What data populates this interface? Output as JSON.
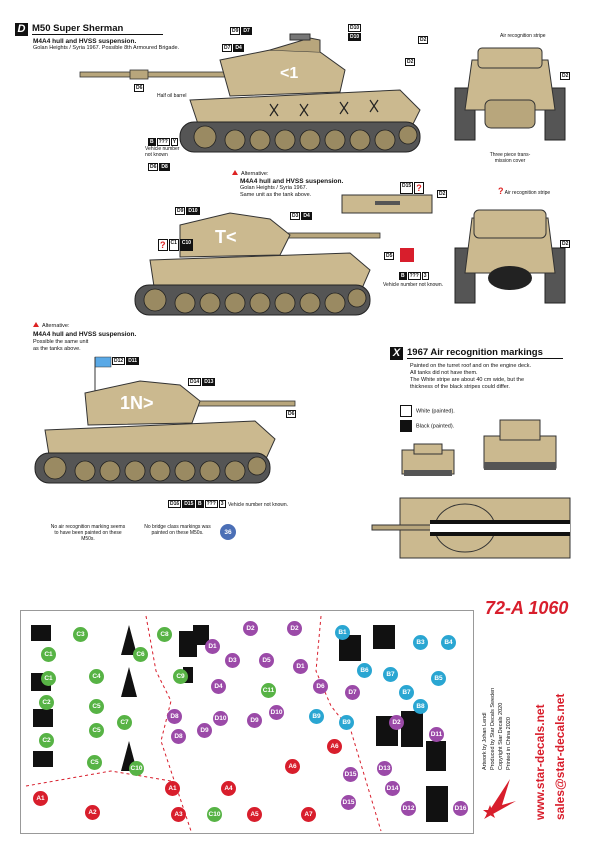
{
  "section_d": {
    "letter": "D",
    "title": "M50 Super Sherman",
    "subtitle": "M4A4 hull and HVSS suspension.",
    "desc": "Golan Heights / Syria 1967. Possible 8th Armoured Brigade.",
    "half_oil_barrel": "Half oil barrel",
    "air_stripe": "Air recognition stripe",
    "vehicle_number": "Vehicle number not known",
    "three_piece": "Three piece trans- mission cover",
    "codes": {
      "d9": "D9",
      "d7a": "D7",
      "d7b": "D7",
      "d4": "D4",
      "d10a": "D10",
      "d10b": "D10",
      "d2a": "D2",
      "d2b": "D2",
      "d6": "D6",
      "d2c": "D2",
      "d8": "D8",
      "d6b": "D6",
      "bqq": "B",
      "qqq": "???",
      "y": "Y"
    }
  },
  "alt1": {
    "label": "Alternative:",
    "subtitle": "M4A4 hull and HVSS suspension.",
    "desc1": "Golan Heights / Syria 1967.",
    "desc2": "Same unit as the tank above.",
    "air_stripe": "Air recognition stripe",
    "vehicle_number": "Vehicle number not known.",
    "codes": {
      "d9": "D9",
      "d10": "D10",
      "d3": "D3",
      "d4": "D4",
      "c1": "C1",
      "c10": "C10",
      "d15": "D15",
      "d2": "D2",
      "d5": "D5",
      "d2b": "D2",
      "bqq": "B",
      "qqq": "???",
      "t": "3"
    }
  },
  "alt2": {
    "label": "Alternative:",
    "subtitle": "M4A4 hull and HVSS suspension.",
    "desc1": "Possible the same unit",
    "desc2": "as the tanks above.",
    "vehicle_number": "Vehicle number not known.",
    "codes": {
      "d12": "D12",
      "d11": "D11",
      "d14": "D14",
      "d13": "D13",
      "d6": "D6",
      "d16": "D16",
      "d15": "D15",
      "bqq": "B",
      "qqq": "???",
      "t": "3"
    }
  },
  "section_x": {
    "letter": "X",
    "title": "1967 Air recognition markings",
    "p1": "Painted on the turret roof and on the engine deck.",
    "p2": "All tanks did not have them.",
    "p3": "The White stripe are about 40 cm wide, but the",
    "p4": "thickness of the black stripes could differ.",
    "white": "White (painted).",
    "black": "Black (painted)."
  },
  "notes": {
    "n1": "No air recognition marking seems to have been painted on these M50s.",
    "n2": "No bridge class markings was painted on these M50s.",
    "badge": "36"
  },
  "product": {
    "code": "72-A 1060",
    "credits1": "Artwork by Johan Lendl",
    "credits2": "Produced by Star Decals Sweden",
    "credits3": "Copyright Star Decals 2020",
    "credits4": "Printed in China 2020",
    "url": "www.star-decals.net",
    "email": "sales@star-decals.net"
  },
  "decals": {
    "c": [
      "C1",
      "C3",
      "C8",
      "C6",
      "C1",
      "C4",
      "C9",
      "C2",
      "C5",
      "C11",
      "C2",
      "C5",
      "C7",
      "C5",
      "C10",
      "C10"
    ],
    "d": [
      "D2",
      "D2",
      "D1",
      "D3",
      "D5",
      "D1",
      "D6",
      "D4",
      "D7",
      "D8",
      "D10",
      "D9",
      "D10",
      "D8",
      "D9",
      "D2",
      "D15",
      "D13",
      "D15",
      "D14",
      "D12",
      "D11",
      "D16"
    ],
    "b": [
      "B1",
      "B3",
      "B4",
      "B6",
      "B7",
      "B5",
      "B7",
      "B8",
      "B9",
      "B9"
    ],
    "a": [
      "A1",
      "A2",
      "A1",
      "A3",
      "A4",
      "A5",
      "A6",
      "A6",
      "A7"
    ]
  },
  "colors": {
    "sand": "#cbb98f",
    "sand_dark": "#a8966c",
    "accent": "#d81e2c",
    "purple": "#9b4aa8",
    "green": "#57b345",
    "cyan": "#2aa6d2"
  }
}
